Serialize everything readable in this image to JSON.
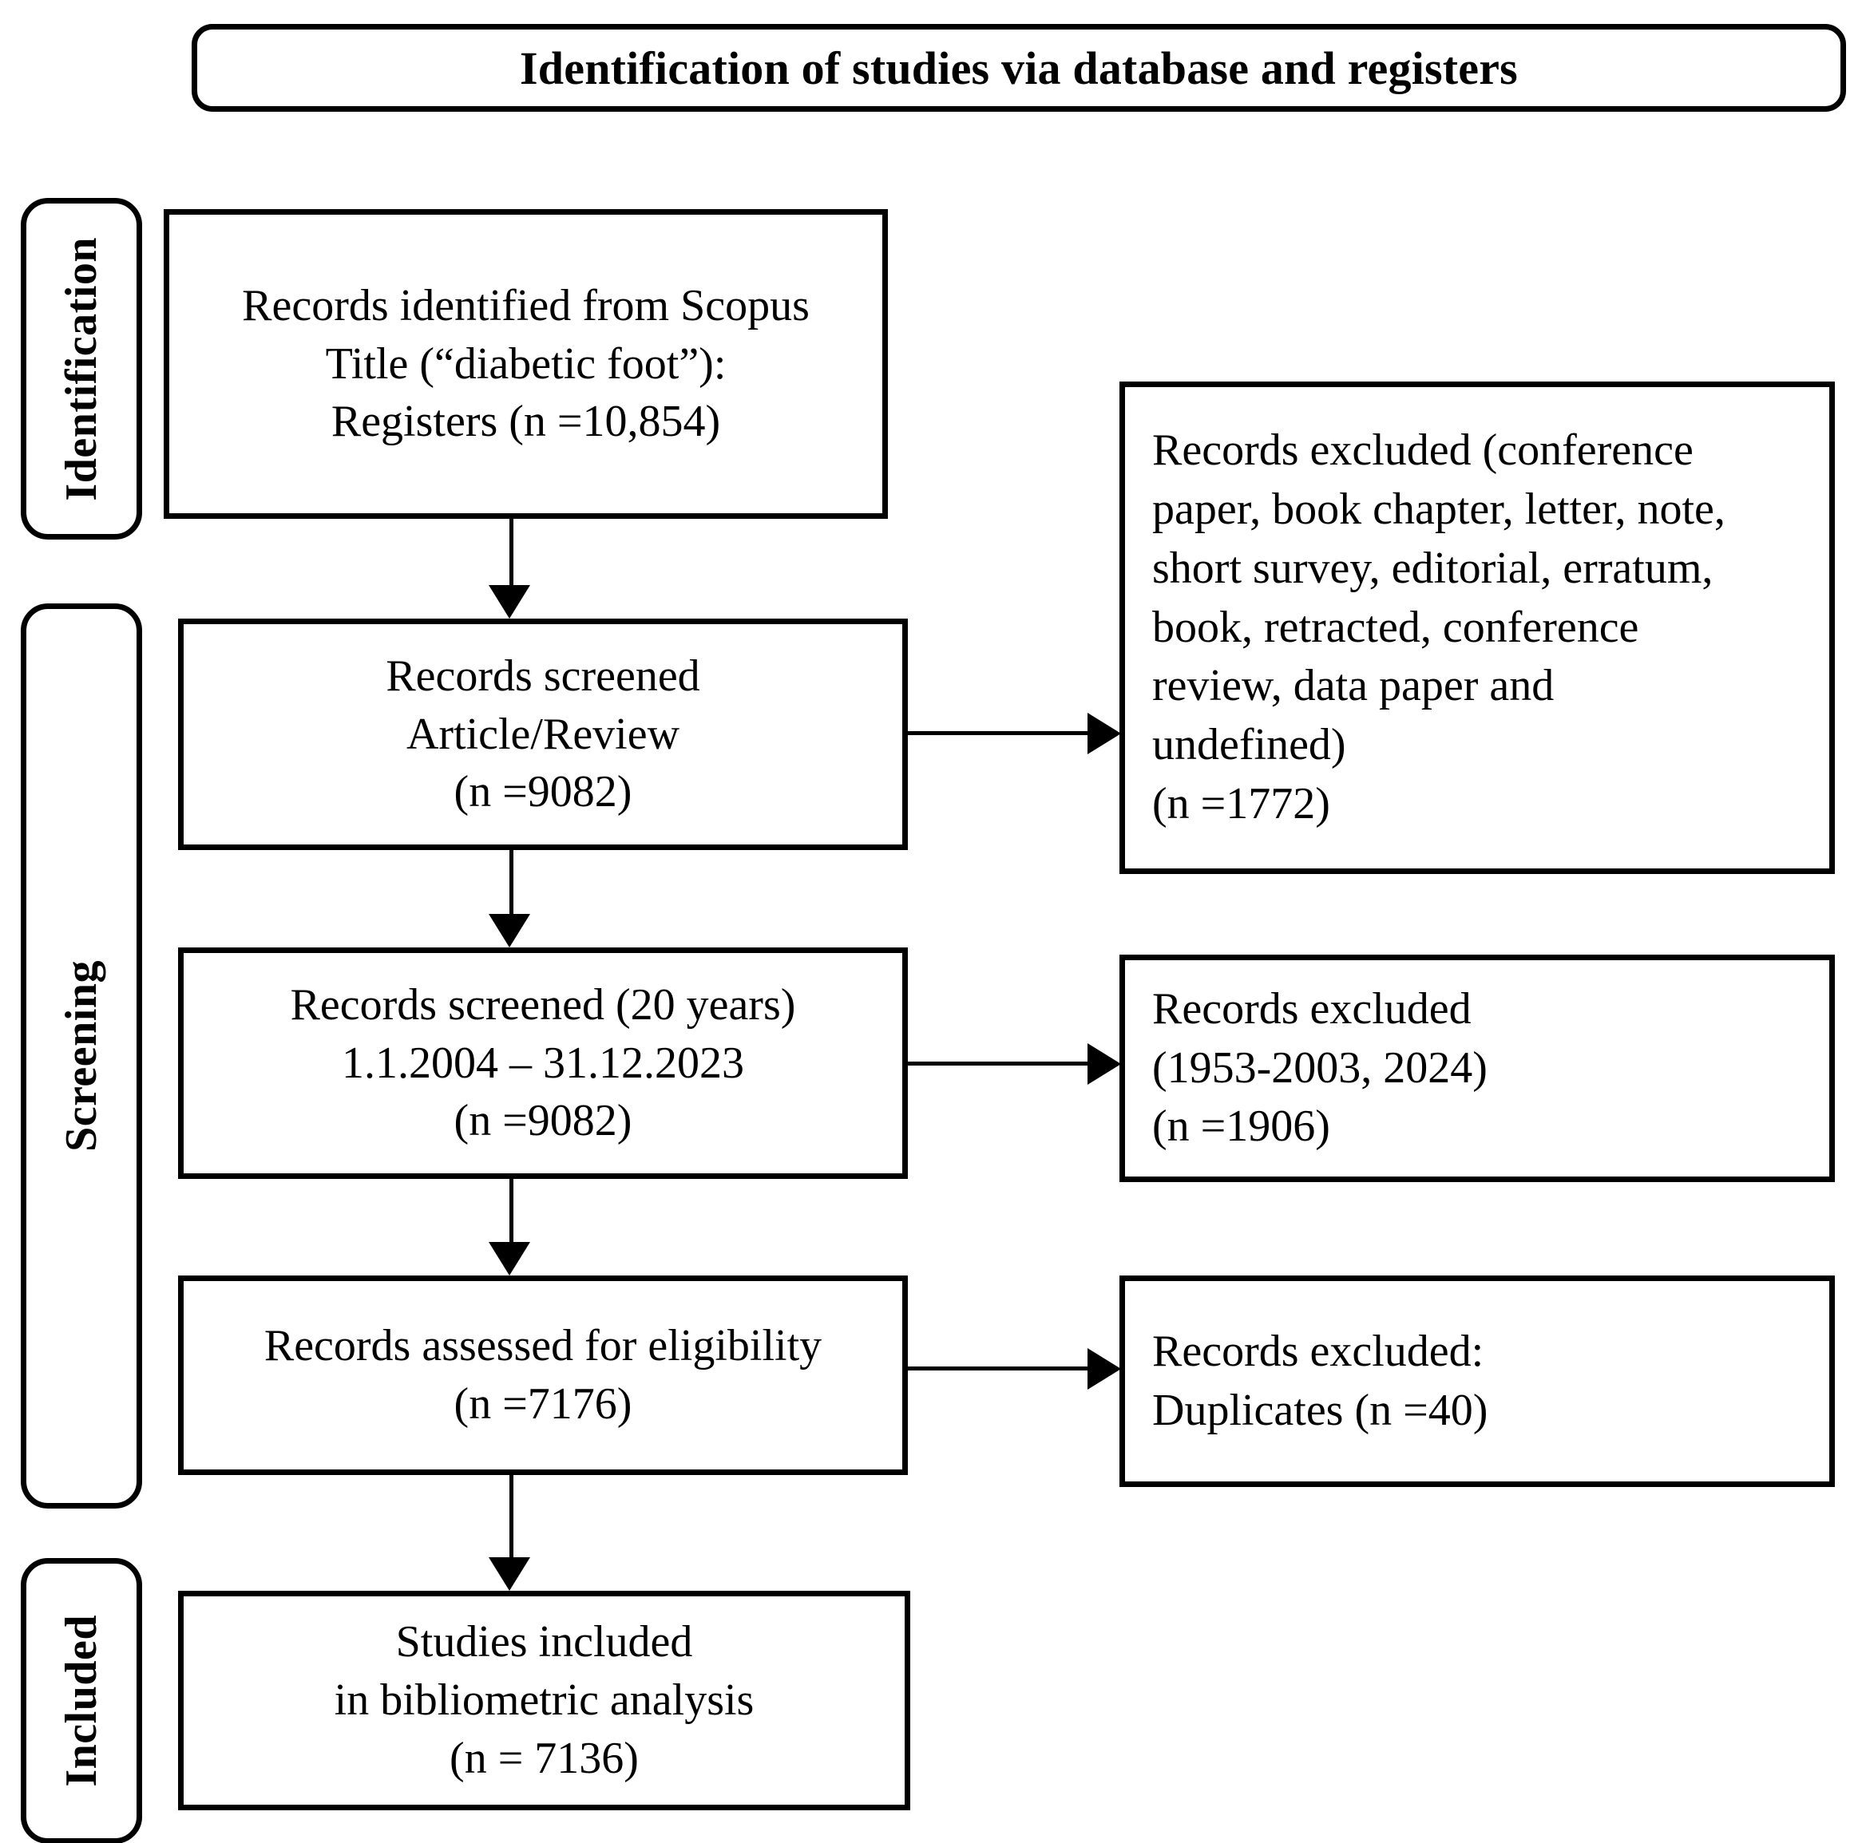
{
  "diagram": {
    "title": "Identification of studies via database and registers",
    "stages": [
      {
        "id": "identification",
        "label": "Identification"
      },
      {
        "id": "screening",
        "label": "Screening"
      },
      {
        "id": "included",
        "label": "Included"
      }
    ],
    "boxes": {
      "identified": {
        "lines": [
          "Records identified from Scopus",
          "Title (“diabetic foot”):",
          "Registers (n =10,854)"
        ]
      },
      "screened_article_review": {
        "lines": [
          "Records screened",
          "Article/Review",
          "(n =9082)"
        ]
      },
      "excluded_types": {
        "lines": [
          "Records excluded (conference",
          "paper, book chapter, letter, note,",
          "short survey, editorial, erratum,",
          "book, retracted, conference",
          "review, data paper and",
          "undefined)",
          "(n =1772)"
        ]
      },
      "screened_years": {
        "lines": [
          "Records screened (20 years)",
          "1.1.2004 – 31.12.2023",
          "(n =9082)"
        ]
      },
      "excluded_years": {
        "lines": [
          "Records excluded",
          "(1953-2003, 2024)",
          "(n =1906)"
        ]
      },
      "assessed_eligibility": {
        "lines": [
          "Records assessed for eligibility",
          "(n =7176)"
        ]
      },
      "excluded_duplicates": {
        "lines": [
          "Records excluded:",
          "Duplicates (n =40)"
        ]
      },
      "included_studies": {
        "lines": [
          "Studies included",
          "in bibliometric analysis",
          "(n = 7136)"
        ]
      }
    },
    "colors": {
      "stroke": "#000000",
      "background": "#ffffff",
      "text": "#000000"
    }
  }
}
